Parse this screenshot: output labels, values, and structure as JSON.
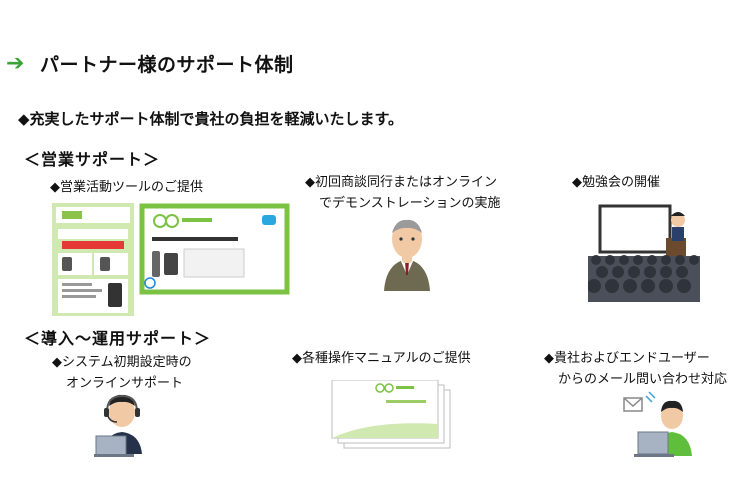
{
  "heading": {
    "arrow": "➔",
    "title": "パートナー様のサポート体制"
  },
  "lead": "◆充実したサポート体制で貴社の負担を軽減いたします。",
  "sales": {
    "label": "＜営業サポート＞",
    "items": [
      {
        "line1": "◆営業活動ツールのご提供"
      },
      {
        "line1": "◆初回商談同行またはオンライン",
        "line2": "でデモンストレーションの実施"
      },
      {
        "line1": "◆勉強会の開催"
      }
    ]
  },
  "ops": {
    "label": "＜導入～運用サポート＞",
    "items": [
      {
        "line1": "◆システム初期設定時の",
        "line2": "オンラインサポート"
      },
      {
        "line1": "◆各種操作マニュアルのご提供"
      },
      {
        "line1": "◆貴社およびエンドユーザー",
        "line2": "からのメール問い合わせ対応"
      }
    ]
  },
  "colors": {
    "accent": "#3ca33a",
    "brand_green": "#7cc243",
    "text": "#111111"
  },
  "icons": [
    "arrow-right-icon",
    "brochure-image",
    "presenter-image",
    "seminar-image",
    "headset-operator-image",
    "manual-stack-image",
    "email-user-image"
  ]
}
